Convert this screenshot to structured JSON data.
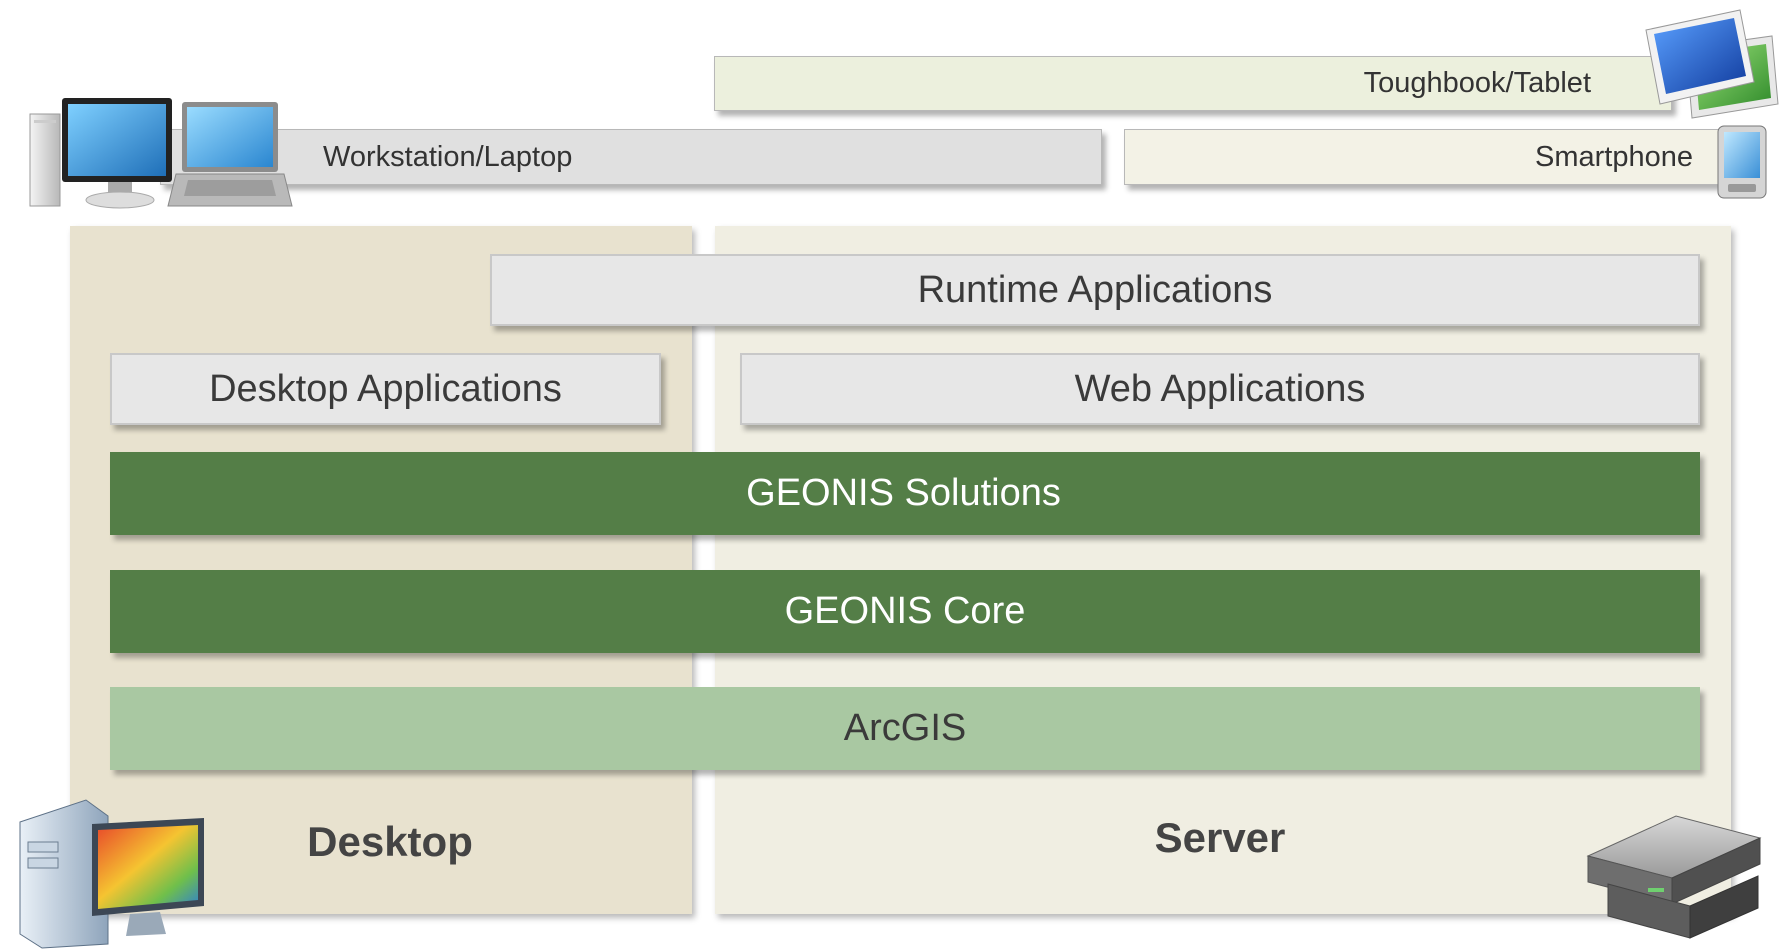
{
  "devices": {
    "toughbook": "Toughbook/Tablet",
    "workstation": "Workstation/Laptop",
    "smartphone": "Smartphone"
  },
  "layers": {
    "runtime": "Runtime Applications",
    "desktop_apps": "Desktop Applications",
    "web_apps": "Web Applications",
    "solutions": "GEONIS Solutions",
    "core": "GEONIS Core",
    "arcgis": "ArcGIS"
  },
  "columns": {
    "desktop": "Desktop",
    "server": "Server"
  },
  "icons": [
    "workstation-icon",
    "laptop-icon",
    "tablet-icon",
    "smartphone-icon",
    "desktop-pc-icon",
    "server-icon"
  ],
  "colors": {
    "desktop_column": "#e8e2cf",
    "server_column": "#f0eee2",
    "geonis_green": "#547e47",
    "arcgis_green": "#a9c8a2",
    "app_grey": "#e7e7e7"
  }
}
